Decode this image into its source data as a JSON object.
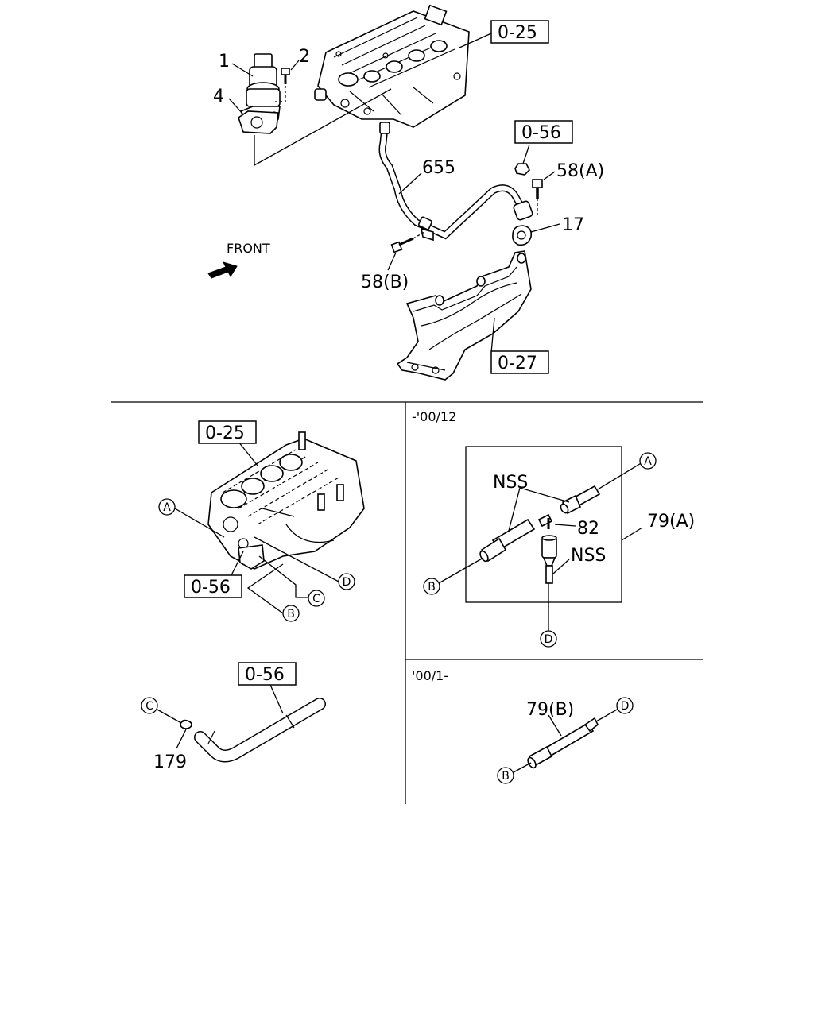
{
  "top_section": {
    "labels": {
      "p1": "1",
      "p2": "2",
      "p4": "4",
      "p655": "655",
      "p58a": "58(A)",
      "p17": "17",
      "p58b": "58(B)",
      "front": "FRONT"
    },
    "boxed": {
      "ref_025": "0-25",
      "ref_056": "0-56",
      "ref_027": "0-27"
    }
  },
  "lower_left": {
    "boxed": {
      "ref_025": "0-25",
      "ref_056": "0-56"
    },
    "circles": {
      "a": "A",
      "b": "B",
      "c": "C",
      "d": "D"
    }
  },
  "upper_right": {
    "note": "-'00/12",
    "labels": {
      "nss_1": "NSS",
      "nss_2": "NSS",
      "p82": "82",
      "p79a": "79(A)"
    },
    "circles": {
      "a": "A",
      "b": "B",
      "d": "D"
    }
  },
  "bottom_left": {
    "boxed": {
      "ref_056": "0-56"
    },
    "labels": {
      "p179": "179"
    },
    "circles": {
      "c": "C"
    }
  },
  "bottom_right": {
    "note": "'00/1-",
    "labels": {
      "p79b": "79(B)"
    },
    "circles": {
      "b": "B",
      "d": "D"
    }
  }
}
